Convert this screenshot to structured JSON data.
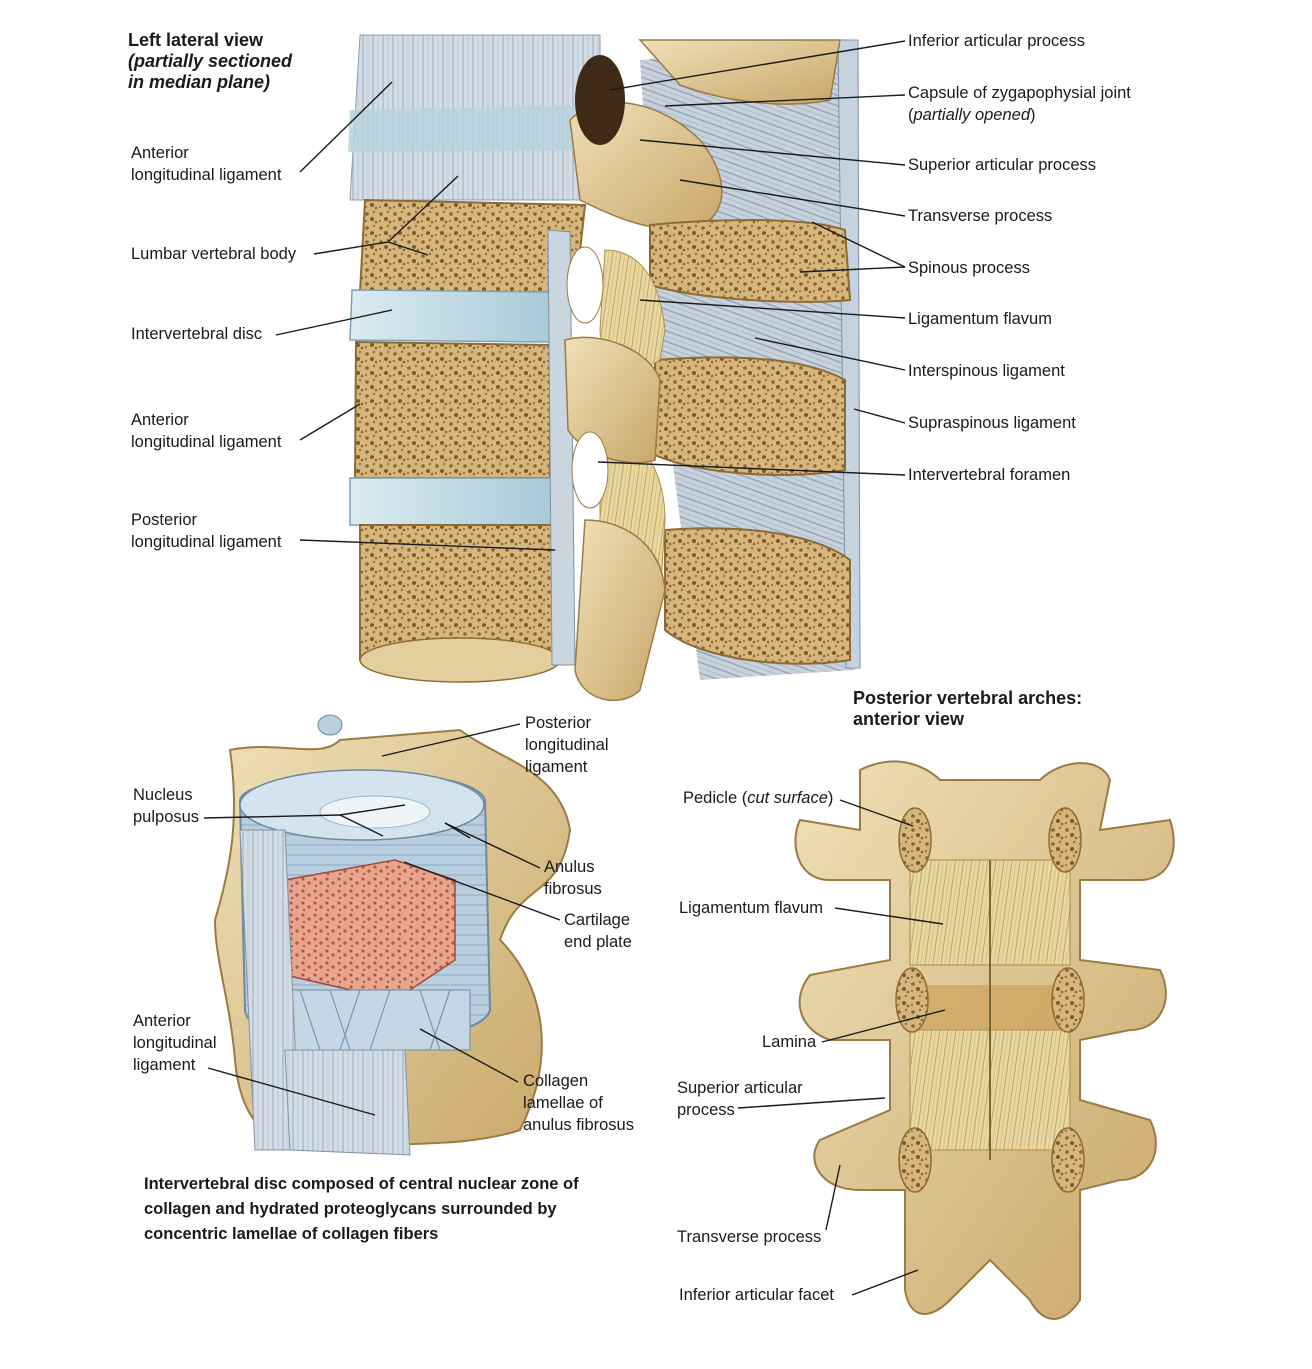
{
  "top_figure": {
    "title": "Left lateral view",
    "subtitle": "(partially sectioned in median plane)",
    "subtitle_line1": "(partially sectioned",
    "subtitle_line2": "in median plane)",
    "labels_left": {
      "anterior_ll_1_line1": "Anterior",
      "anterior_ll_1_line2": "longitudinal ligament",
      "lumbar_vertebral_body": "Lumbar vertebral body",
      "intervertebral_disc": "Intervertebral disc",
      "anterior_ll_2_line1": "Anterior",
      "anterior_ll_2_line2": "longitudinal ligament",
      "posterior_ll_line1": "Posterior",
      "posterior_ll_line2": "longitudinal ligament"
    },
    "labels_right": {
      "inferior_articular_process": "Inferior articular process",
      "capsule_line1": "Capsule of zygapophysial joint",
      "capsule_line2_open": "(",
      "capsule_line2_italic": "partially opened",
      "capsule_line2_close": ")",
      "superior_articular_process": "Superior articular process",
      "transverse_process": "Transverse process",
      "spinous_process": "Spinous process",
      "ligamentum_flavum": "Ligamentum flavum",
      "interspinous_ligament": "Interspinous ligament",
      "supraspinous_ligament": "Supraspinous ligament",
      "intervertebral_foramen": "Intervertebral foramen"
    }
  },
  "disc_figure": {
    "labels": {
      "posterior_ll_1": "Posterior",
      "posterior_ll_2": "longitudinal",
      "posterior_ll_3": "ligament",
      "nucleus_1": "Nucleus",
      "nucleus_2": "pulposus",
      "anulus_1": "Anulus",
      "anulus_2": "fibrosus",
      "cartilage_1": "Cartilage",
      "cartilage_2": "end plate",
      "anterior_ll_1": "Anterior",
      "anterior_ll_2": "longitudinal",
      "anterior_ll_3": "ligament",
      "collagen_1": "Collagen",
      "collagen_2": "lamellae of",
      "collagen_3": "anulus fibrosus"
    },
    "caption_line1": "Intervertebral disc composed of central nuclear zone of",
    "caption_line2": "collagen and hydrated proteoglycans surrounded by",
    "caption_line3": "concentric lamellae of collagen fibers"
  },
  "arches_figure": {
    "title_line1": "Posterior vertebral arches:",
    "title_line2": "anterior view",
    "labels": {
      "pedicle_pre": "Pedicle (",
      "pedicle_italic": "cut surface",
      "pedicle_post": ")",
      "ligamentum_flavum": "Ligamentum flavum",
      "lamina": "Lamina",
      "superior_articular_1": "Superior articular",
      "superior_articular_2": "process",
      "transverse_process": "Transverse process",
      "inferior_articular_facet": "Inferior articular facet"
    }
  },
  "colors": {
    "bone": "#d9c08a",
    "bone_dark": "#b8955a",
    "cancellous": "#c9a66b",
    "disc": "#bcd8e3",
    "ligament": "#c9d3dc",
    "flavum": "#e8d79a",
    "nucleus_red": "#d98c7a",
    "line": "#1a1a1a"
  }
}
